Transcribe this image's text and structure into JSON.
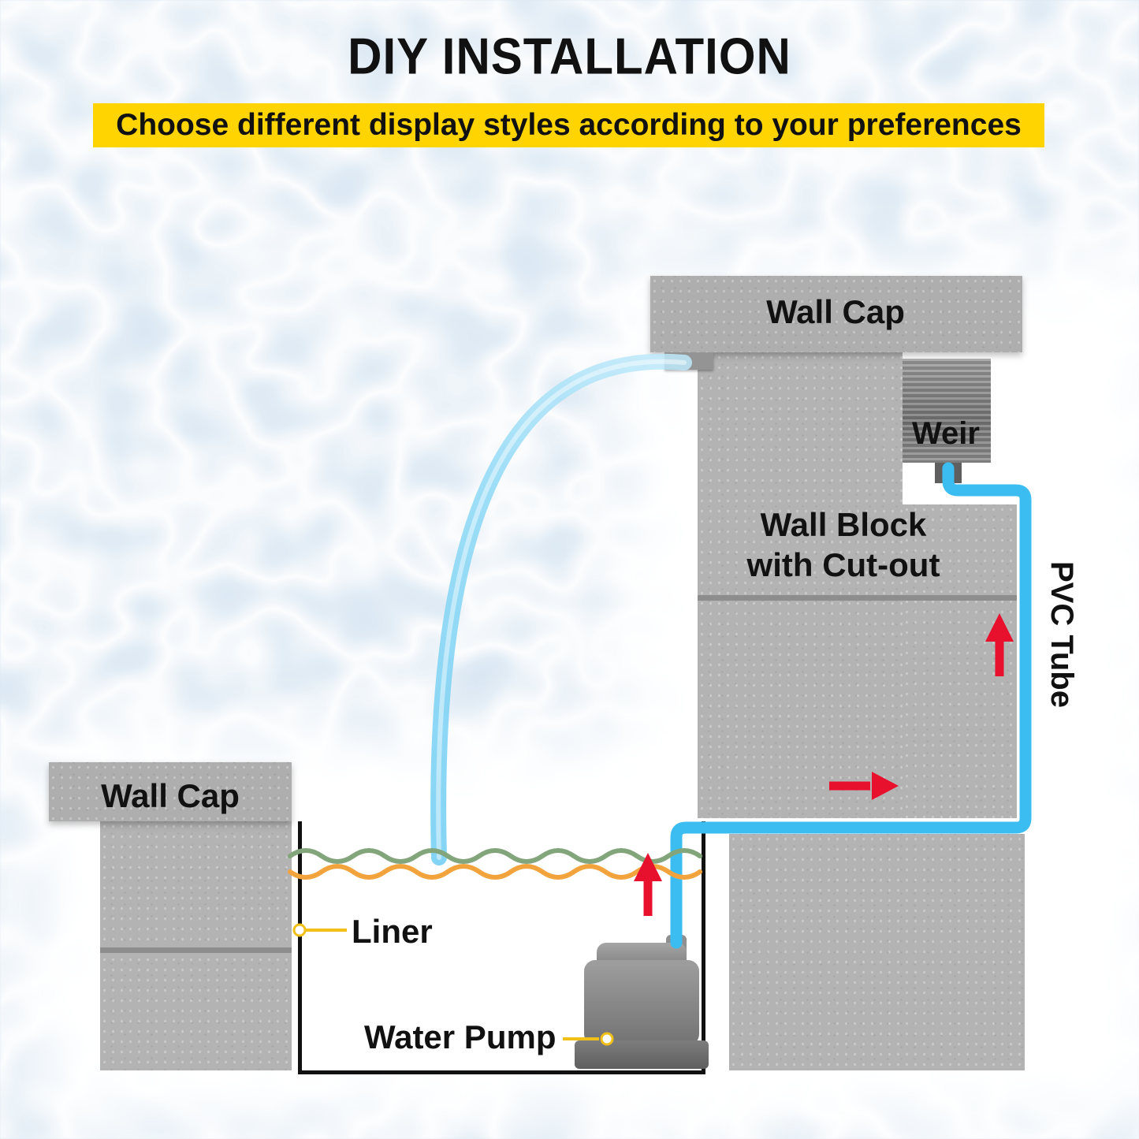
{
  "page": {
    "title": "DIY INSTALLATION",
    "banner": "Choose different display styles according to your preferences"
  },
  "labels": {
    "wall_cap_right": "Wall Cap",
    "weir": "Weir",
    "wall_block_1": "Wall Block",
    "wall_block_2": "with Cut-out",
    "pvc_tube": "PVC Tube",
    "wall_cap_left": "Wall Cap",
    "liner": "Liner",
    "water_pump": "Water Pump"
  },
  "colors": {
    "background_blue": "#d8e6f2",
    "title_text": "#111111",
    "banner_bg": "#ffd401",
    "banner_text": "#111111",
    "tube_blue": "#3bbdf2",
    "water_arc_light": "#bfe9fa",
    "water_arc_mid": "#8ed9f6",
    "water_arc_deep": "#6fcdf3",
    "arrow_red": "#e8112d",
    "wall_gray": "#b3b3b3",
    "wall_joint_gray": "#8d8d8d",
    "weir_dark_gray": "#7c7c7c",
    "pump_gray": "#8a8a8a",
    "wave_green": "#83a57b",
    "wave_orange": "#f2a33c",
    "marker_yellow": "#f0c019",
    "basin_outline": "#111111"
  }
}
